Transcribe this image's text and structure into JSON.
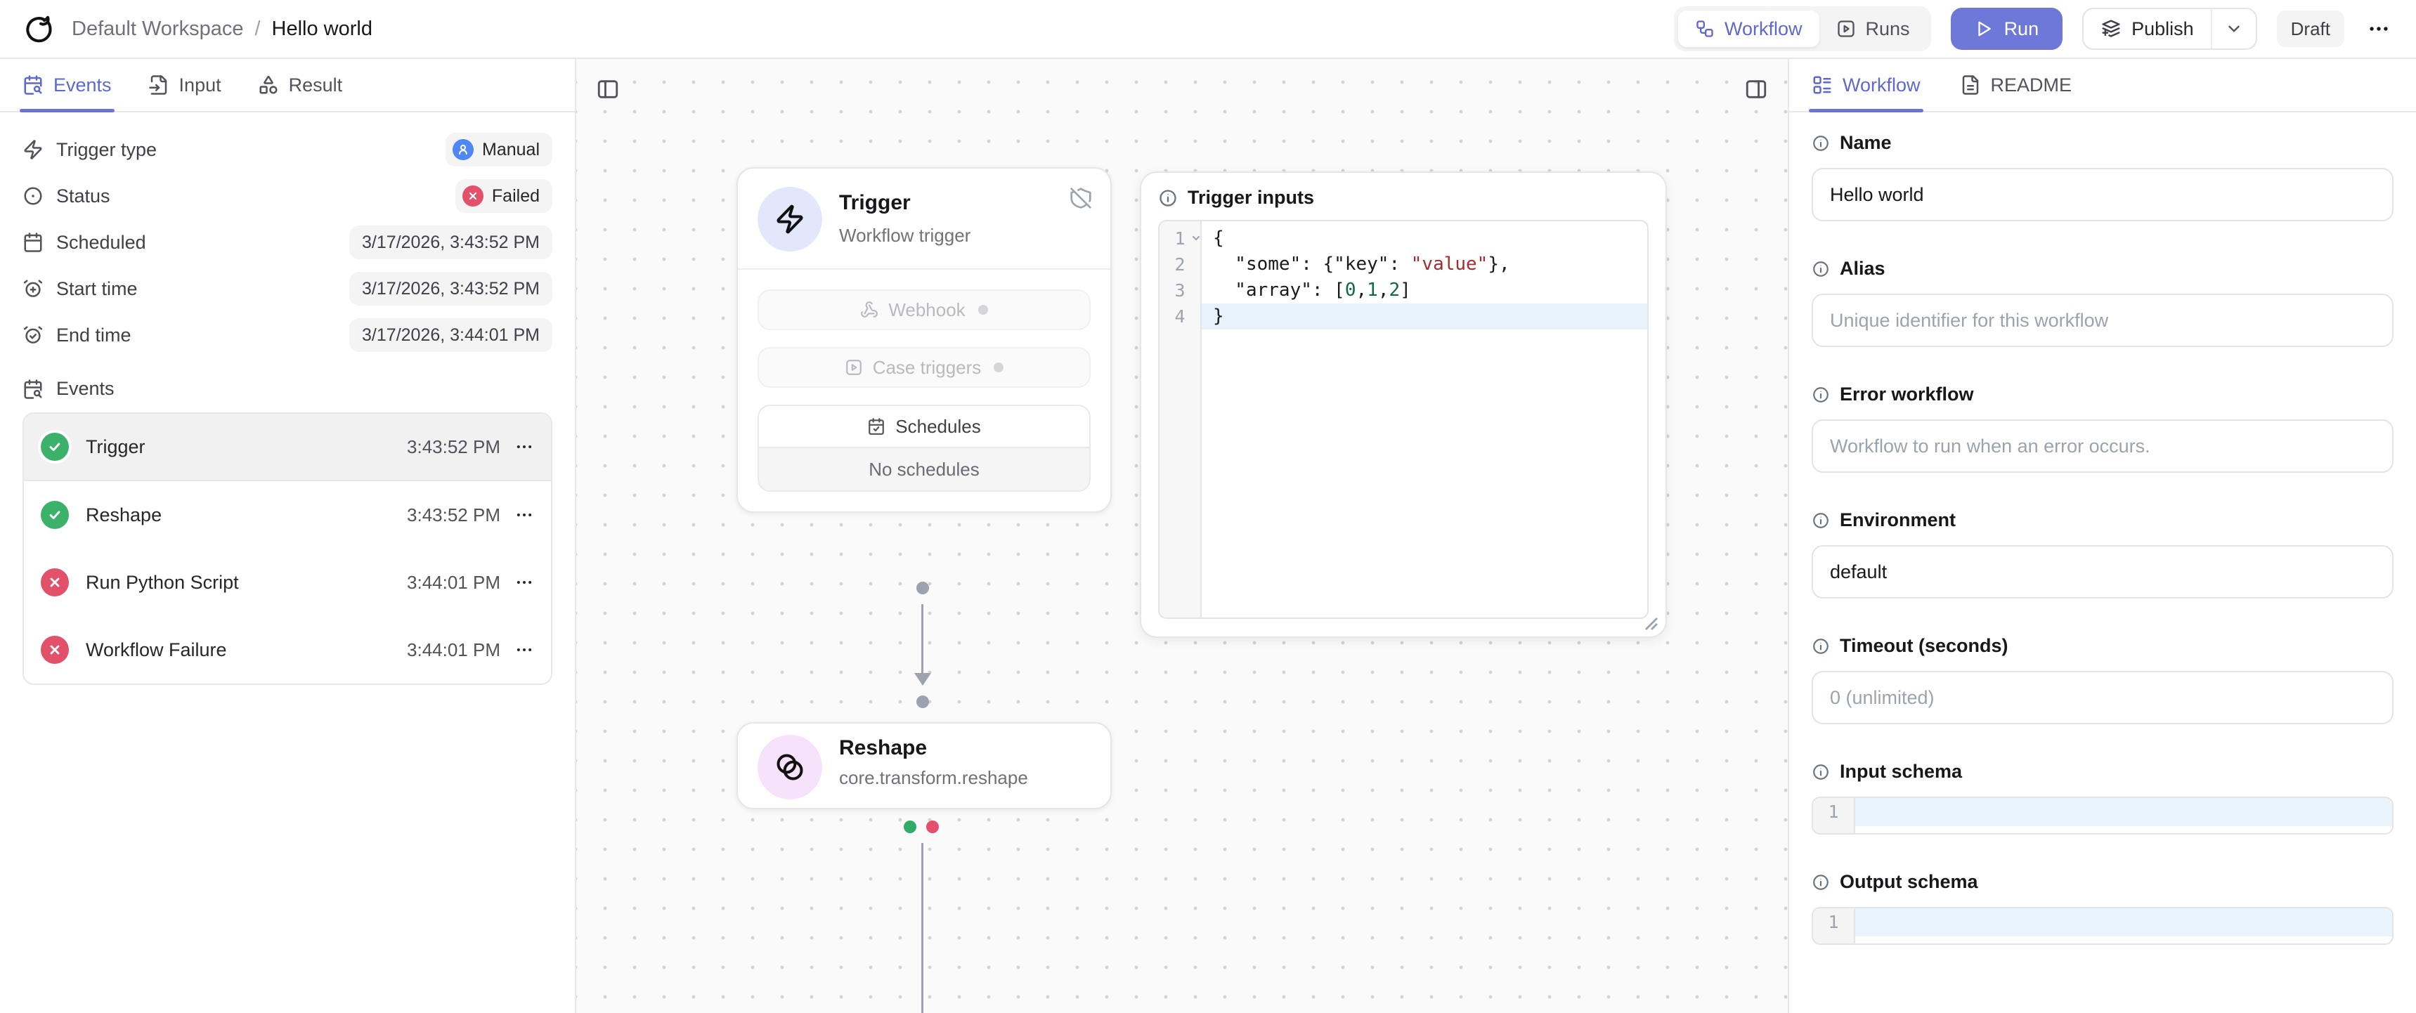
{
  "accent_color": "#5d68d0",
  "header": {
    "workspace": "Default Workspace",
    "separator": "/",
    "workflow_name": "Hello world",
    "view_toggle": {
      "workflow": "Workflow",
      "runs": "Runs"
    },
    "run_label": "Run",
    "publish_label": "Publish",
    "status_badge": "Draft"
  },
  "sidebar_left": {
    "tabs": [
      {
        "label": "Events"
      },
      {
        "label": "Input"
      },
      {
        "label": "Result"
      }
    ],
    "fields": [
      {
        "label": "Trigger type",
        "value": "Manual"
      },
      {
        "label": "Status",
        "value": "Failed"
      },
      {
        "label": "Scheduled",
        "value": "3/17/2026, 3:43:52 PM"
      },
      {
        "label": "Start time",
        "value": "3/17/2026, 3:43:52 PM"
      },
      {
        "label": "End time",
        "value": "3/17/2026, 3:44:01 PM"
      }
    ],
    "events_header": "Events",
    "events": [
      {
        "title": "Trigger",
        "time": "3:43:52 PM",
        "status": "success"
      },
      {
        "title": "Reshape",
        "time": "3:43:52 PM",
        "status": "success"
      },
      {
        "title": "Run Python Script",
        "time": "3:44:01 PM",
        "status": "error"
      },
      {
        "title": "Workflow Failure",
        "time": "3:44:01 PM",
        "status": "error"
      }
    ]
  },
  "canvas": {
    "trigger_node": {
      "title": "Trigger",
      "subtitle": "Workflow trigger",
      "webhook_label": "Webhook",
      "case_triggers_label": "Case triggers",
      "schedules_label": "Schedules",
      "no_schedules_label": "No schedules"
    },
    "reshape_node": {
      "title": "Reshape",
      "subtitle": "core.transform.reshape"
    },
    "trigger_inputs": {
      "title": "Trigger inputs",
      "gutter": [
        "1",
        "2",
        "3",
        "4"
      ],
      "line1": "{",
      "line2_pre": "  \"some\": {\"key\": ",
      "line2_str": "\"value\"",
      "line2_post": "},",
      "line3_pre": "  \"array\": [",
      "line3_n1": "0",
      "line3_c1": ",",
      "line3_n2": "1",
      "line3_c2": ",",
      "line3_n3": "2",
      "line3_post": "]",
      "line4": "}"
    }
  },
  "sidebar_right": {
    "tabs": [
      {
        "label": "Workflow"
      },
      {
        "label": "README"
      }
    ],
    "fields": [
      {
        "label": "Name",
        "value": "Hello world"
      },
      {
        "label": "Alias",
        "placeholder": "Unique identifier for this workflow"
      },
      {
        "label": "Error workflow",
        "placeholder": "Workflow to run when an error occurs."
      },
      {
        "label": "Environment",
        "value": "default"
      },
      {
        "label": "Timeout (seconds)",
        "placeholder": "0 (unlimited)"
      },
      {
        "label": "Input schema",
        "gutter": "1"
      },
      {
        "label": "Output schema",
        "gutter": "1"
      }
    ]
  }
}
